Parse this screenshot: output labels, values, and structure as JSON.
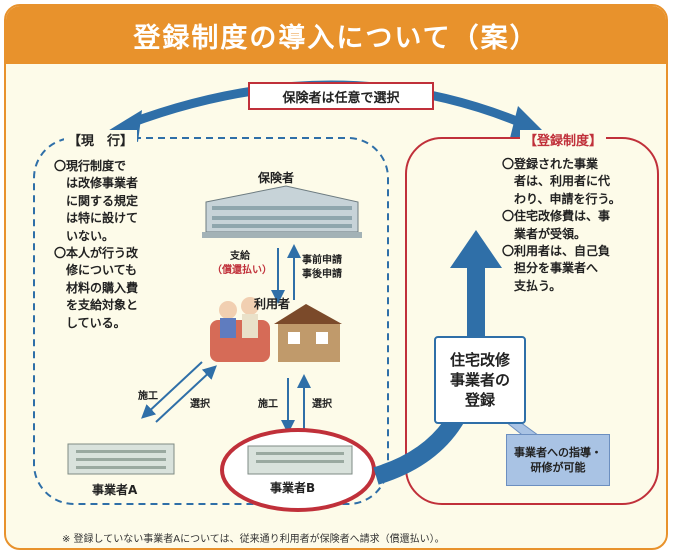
{
  "title": "登録制度の導入について（案）",
  "center_label": "保険者は任意で選択",
  "left_section": {
    "label": "【現　行】",
    "notes": [
      "〇現行制度で",
      "　は改修事業者",
      "　に関する規定",
      "　は特に設けて",
      "　いない。",
      "〇本人が行う改",
      "　修についても",
      "　材料の購入費",
      "　を支給対象と",
      "　している。"
    ]
  },
  "right_section": {
    "label": "【登録制度】",
    "notes": [
      "〇登録された事業",
      "　者は、利用者に代",
      "　わり、申請を行う。",
      "〇住宅改修費は、事",
      "　業者が受領。",
      "〇利用者は、自己負",
      "　担分を事業者へ",
      "　支払う。"
    ]
  },
  "entities": {
    "insurer": "保険者",
    "user": "利用者",
    "business_a": "事業者A",
    "business_b": "事業者B"
  },
  "flows": {
    "payment": "支給",
    "payment_note": "（償還払い）",
    "application_1": "事前申請",
    "application_2": "事後申請",
    "construction_a": "施工",
    "selection_a": "選択",
    "construction_b": "施工",
    "selection_b": "選択"
  },
  "registration_box": [
    "住宅改修",
    "事業者の",
    "登録"
  ],
  "guidance_box": [
    "事業者への指導・",
    "研修が可能"
  ],
  "footnote": "※ 登録していない事業者Aについては、従来通り利用者が保険者へ請求（償還払い）。",
  "colors": {
    "orange": "#e8922c",
    "red": "#c0303a",
    "blue": "#2f6fa8",
    "light_blue": "#a9c3e4",
    "background": "#fdfbe9"
  }
}
